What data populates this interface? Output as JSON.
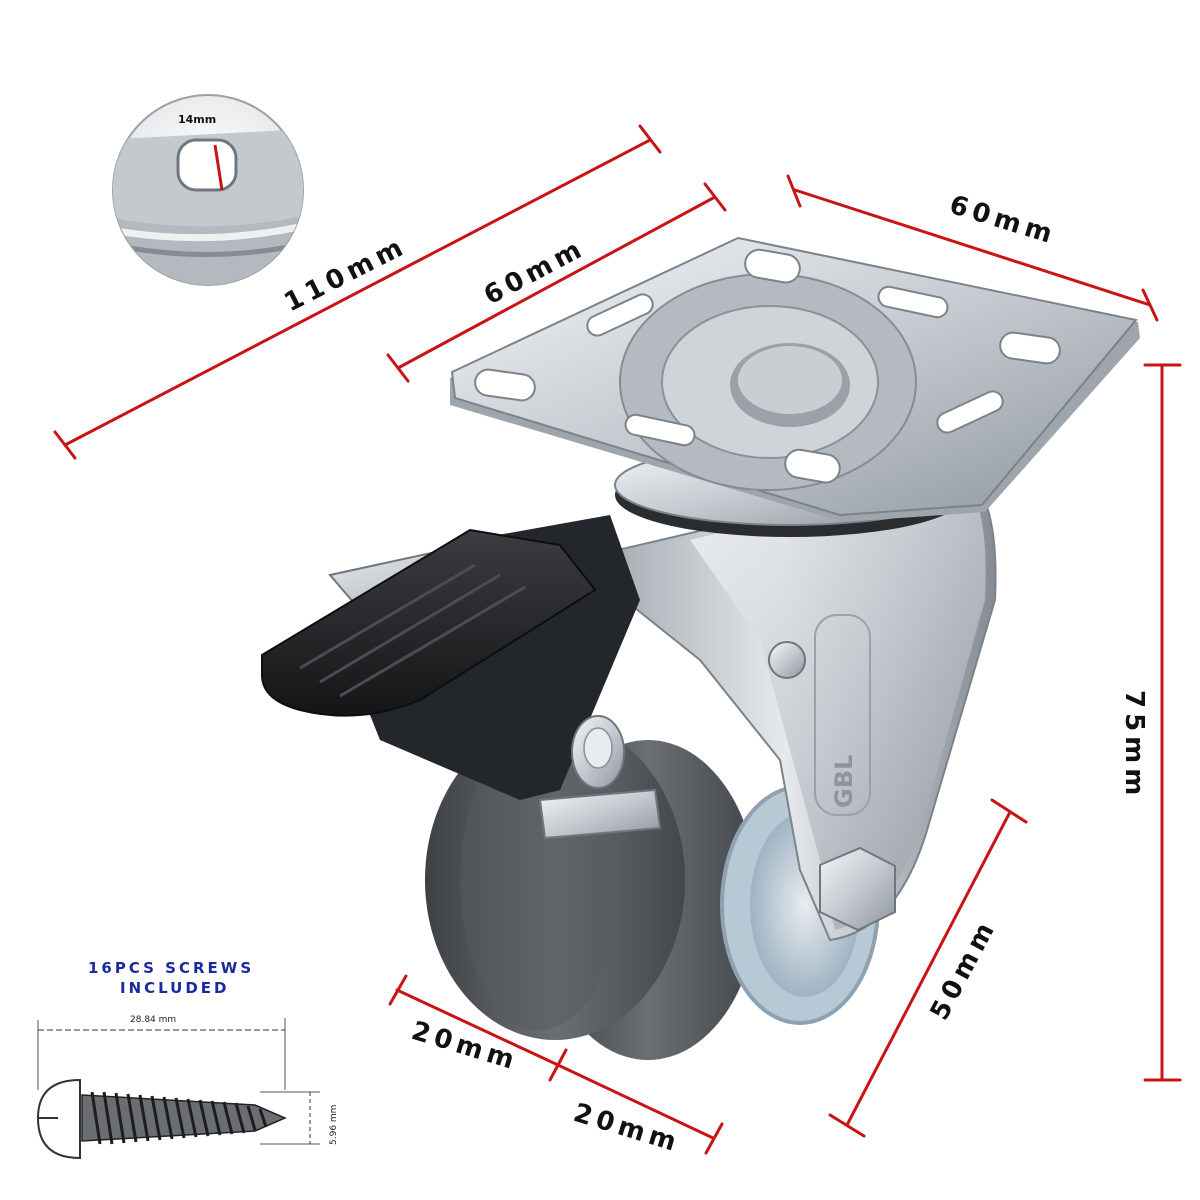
{
  "dimensions": {
    "total_length": "110mm",
    "plate_length": "60mm",
    "plate_width": "60mm",
    "height": "75mm",
    "wheel_diameter": "50mm",
    "wheel_width_left": "20mm",
    "wheel_width_right": "20mm",
    "hole_size": "14mm"
  },
  "screws": {
    "note_line1": "16PCS SCREWS",
    "note_line2": "INCLUDED",
    "length": "28.84 mm",
    "diameter": "5.96 mm"
  },
  "brand": "GBL",
  "colors": {
    "dimension_line": "#c81414",
    "note_text": "#1a2a9c",
    "metal": "#c9ced3",
    "tire": "#4f5357",
    "brake": "#1f2124"
  }
}
